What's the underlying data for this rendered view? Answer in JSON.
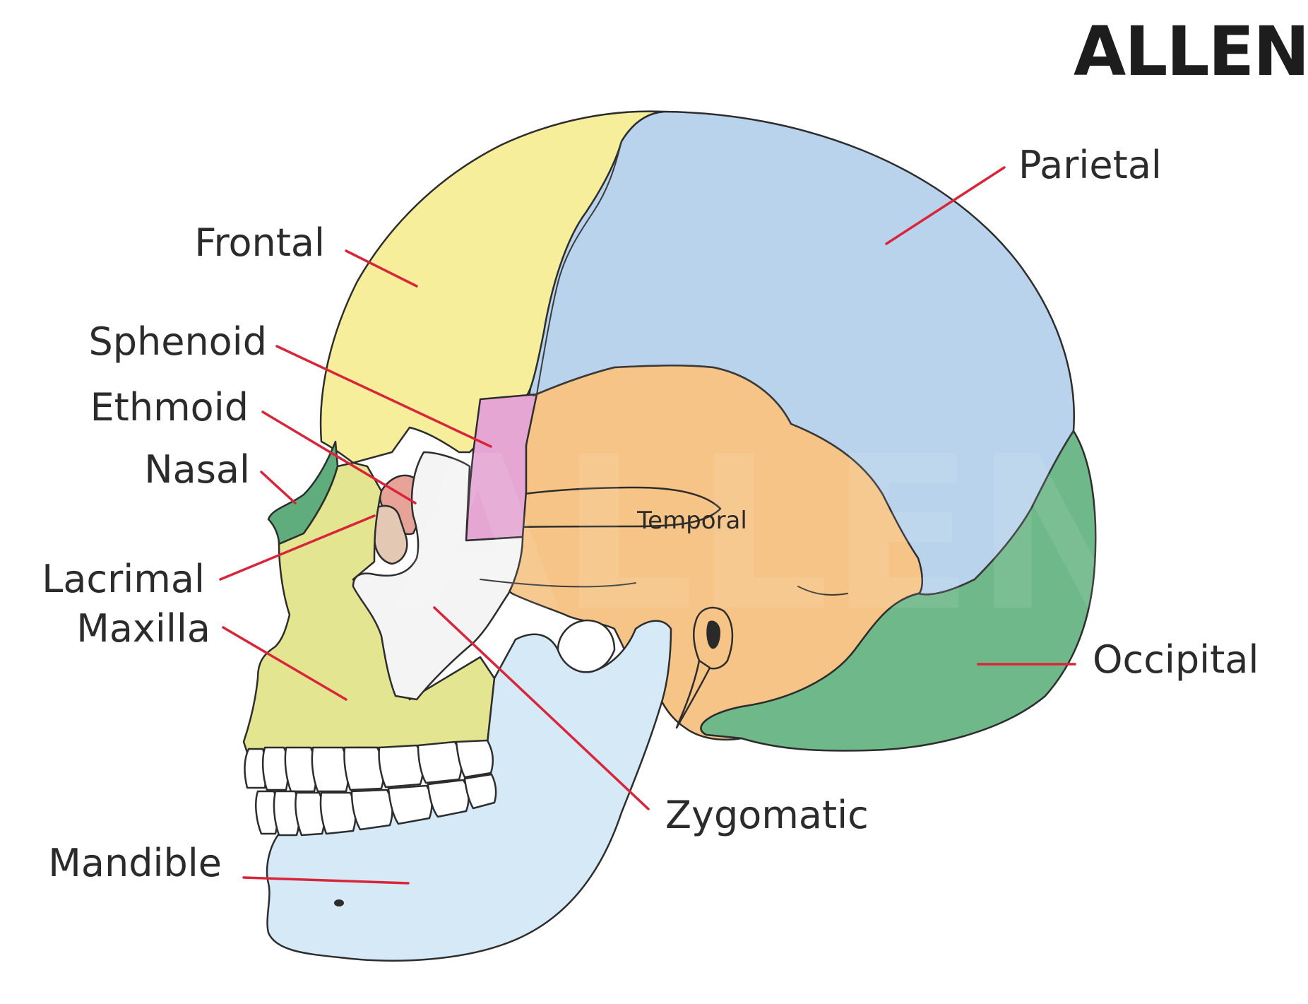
{
  "brand": {
    "logo_text": "ALLEN"
  },
  "labels": {
    "frontal": "Frontal",
    "sphenoid": "Sphenoid",
    "ethmoid": "Ethmoid",
    "nasal": "Nasal",
    "lacrimal": "Lacrimal",
    "maxilla": "Maxilla",
    "mandible": "Mandible",
    "parietal": "Parietal",
    "occipital": "Occipital",
    "zygomatic": "Zygomatic",
    "temporal": "Temporal"
  },
  "colors": {
    "frontal": "#f7ee9c",
    "parietal": "#b9d3ec",
    "temporal": "#f6c486",
    "occipital": "#6fb889",
    "sphenoid": "#e5a6d3",
    "ethmoid": "#e8a398",
    "lacrimal": "#e3c9b4",
    "nasal": "#5fad7c",
    "maxilla": "#e3e590",
    "zygomatic": "#f4f4f4",
    "mandible": "#d5e9f7",
    "teeth": "#ffffff",
    "leader_line": "#d9253a"
  }
}
